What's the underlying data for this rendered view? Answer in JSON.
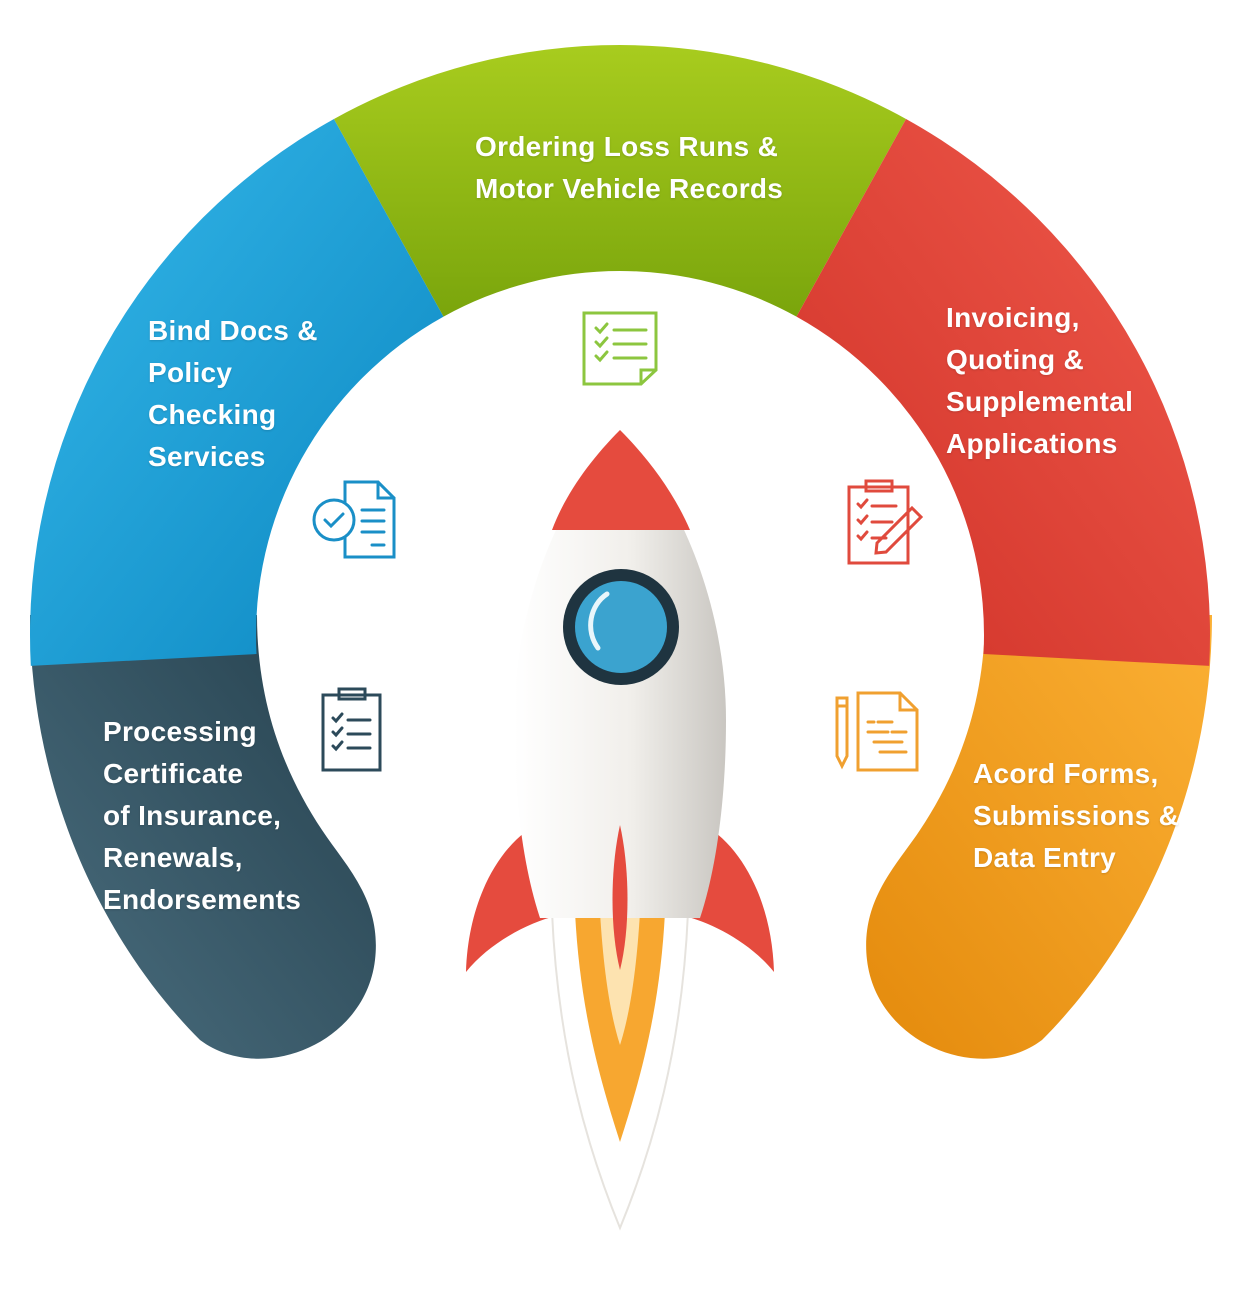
{
  "segments": [
    {
      "id": "blue",
      "color": "#1ea3dc",
      "lines": [
        "Bind Docs &",
        "Policy",
        "Checking",
        "Services"
      ],
      "icon": "document-check-icon",
      "icon_color": "#1a8fc7"
    },
    {
      "id": "green",
      "color": "#8dba14",
      "lines": [
        "Ordering Loss Runs &",
        "Motor Vehicle Records"
      ],
      "icon": "checklist-document-icon",
      "icon_color": "#8cc63f"
    },
    {
      "id": "red",
      "color": "#e54b3e",
      "lines": [
        "Invoicing,",
        "Quoting &",
        "Supplemental",
        "Applications"
      ],
      "icon": "clipboard-pencil-icon",
      "icon_color": "#e04a3d"
    },
    {
      "id": "orange",
      "color": "#f4a124",
      "lines": [
        "Acord Forms,",
        "Submissions &",
        "Data Entry"
      ],
      "icon": "pencil-document-icon",
      "icon_color": "#f0a030"
    },
    {
      "id": "dark",
      "color": "#2f4f5f",
      "lines": [
        "Processing",
        "Certificate",
        "of Insurance,",
        "Renewals,",
        "Endorsements"
      ],
      "icon": "clipboard-checklist-icon",
      "icon_color": "#2c4a5a"
    }
  ],
  "center_graphic": "rocket-icon"
}
